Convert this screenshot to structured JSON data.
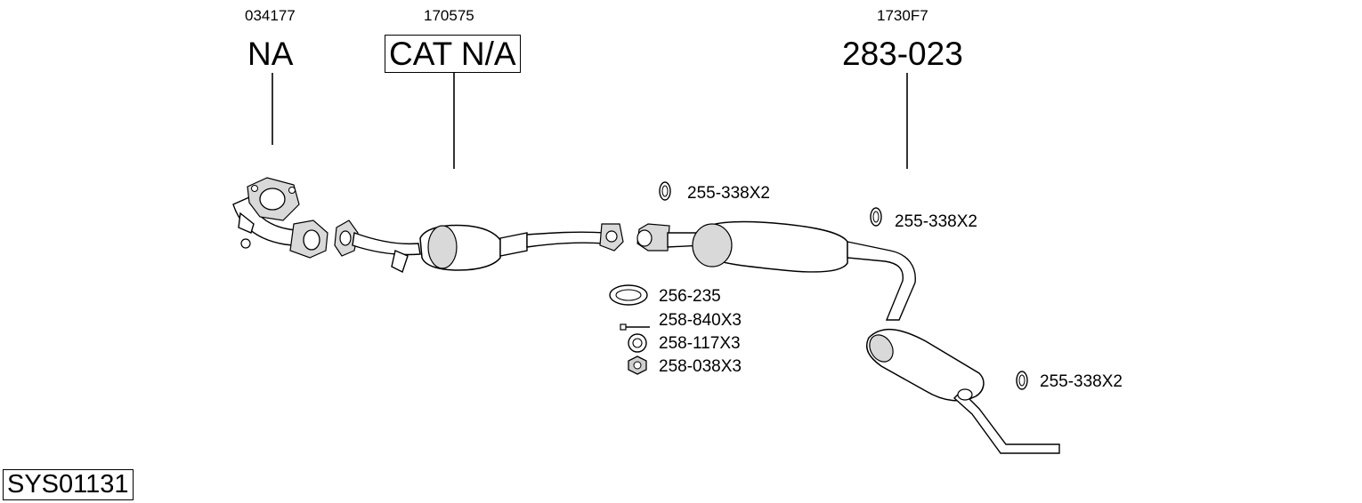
{
  "sections": [
    {
      "ref": "034177",
      "code": "NA"
    },
    {
      "ref": "170575",
      "code": "CAT N/A"
    },
    {
      "ref": "1730F7",
      "code": "283-023"
    }
  ],
  "parts": {
    "gasket_upper_1": "255-338X2",
    "gasket_upper_2": "255-338X2",
    "gasket_rear": "255-338X2",
    "flange_gasket": "256-235",
    "bolt": "258-840X3",
    "spring": "258-117X3",
    "nut": "258-038X3"
  },
  "system_id": "SYS01131"
}
